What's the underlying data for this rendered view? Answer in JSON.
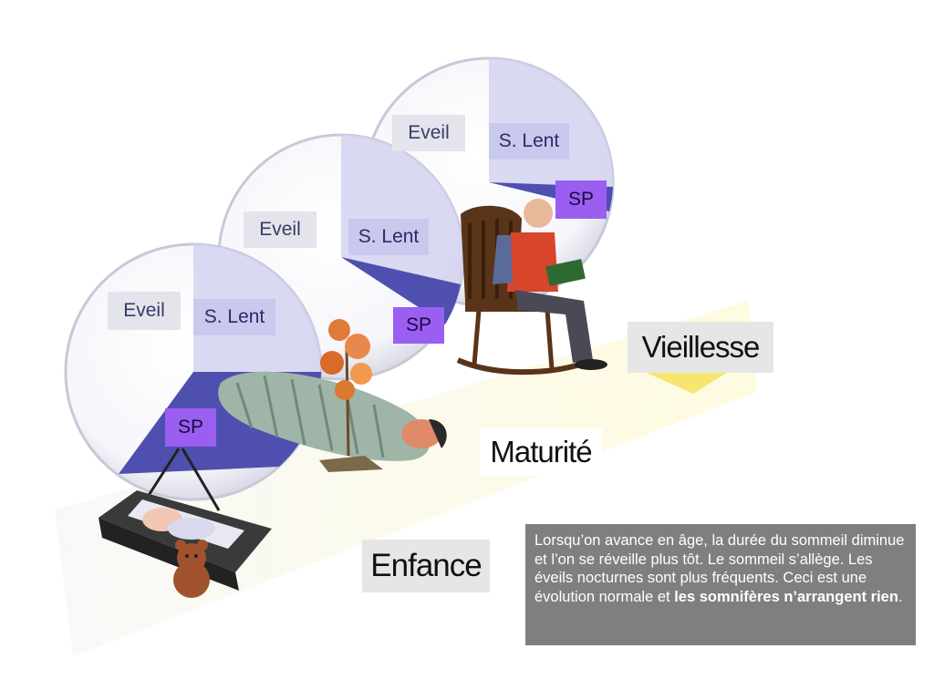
{
  "colors": {
    "eveil_bg": "#e4e4ec",
    "lent_bg": "#c9c9ee",
    "sp_bg": "#9a5ef0",
    "sp_sector": "#4f4fb0",
    "lent_sector": "#d4d4f0",
    "caption_bg": "#7f7f7f"
  },
  "stages": [
    {
      "name": "Enfance",
      "eveil": "Eveil",
      "lent": "S. Lent",
      "sp": "SP"
    },
    {
      "name": "Maturité",
      "eveil": "Eveil",
      "lent": "S. Lent",
      "sp": "SP"
    },
    {
      "name": "Vieillesse",
      "eveil": "Eveil",
      "lent": "S. Lent",
      "sp": "SP"
    }
  ],
  "caption": {
    "text": "Lorsqu’on avance en âge, la durée du sommeil diminue et l’on se réveille plus tôt. Le sommeil s’allège. Les éveils nocturnes sont plus fréquents. Ceci est une évolution normale et ",
    "bold": "les somnifères n’arrangent rien",
    "end": "."
  }
}
